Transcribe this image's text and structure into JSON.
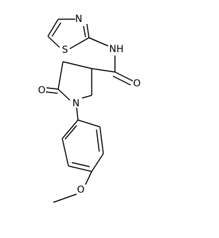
{
  "molecule": {
    "atoms": {
      "thiazole_n": "N",
      "thiazole_s": "S",
      "amide_nh": "NH",
      "carbonyl_o_amide": "O",
      "carbonyl_o_ring": "O",
      "ring_n": "N",
      "methoxy_o": "O"
    },
    "colors": {
      "bond": "#000000",
      "label": "#000000",
      "background": "#ffffff"
    }
  }
}
